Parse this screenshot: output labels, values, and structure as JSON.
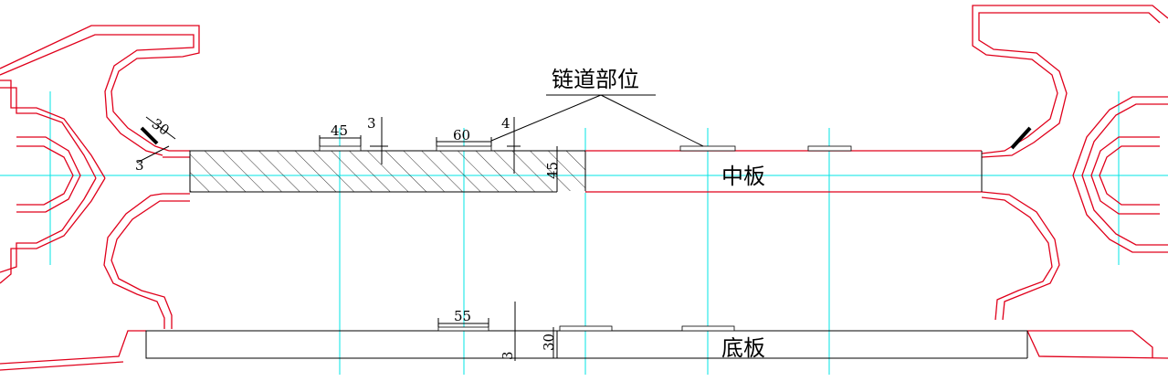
{
  "labels": {
    "chain_position": "链道部位",
    "middle_plate": "中板",
    "bottom_plate": "底板"
  },
  "dimensions": {
    "bevel_30": "30",
    "bevel_3": "3",
    "strip_45": "45",
    "gap_3": "3",
    "strip_60": "60",
    "gap_4": "4",
    "thickness_45": "45",
    "strip_55": "55",
    "gap_3_bottom": "3",
    "thickness_30": "30"
  },
  "colors": {
    "outline": "#e0001b",
    "centerline": "#00e5e5",
    "dimension": "#000000"
  }
}
